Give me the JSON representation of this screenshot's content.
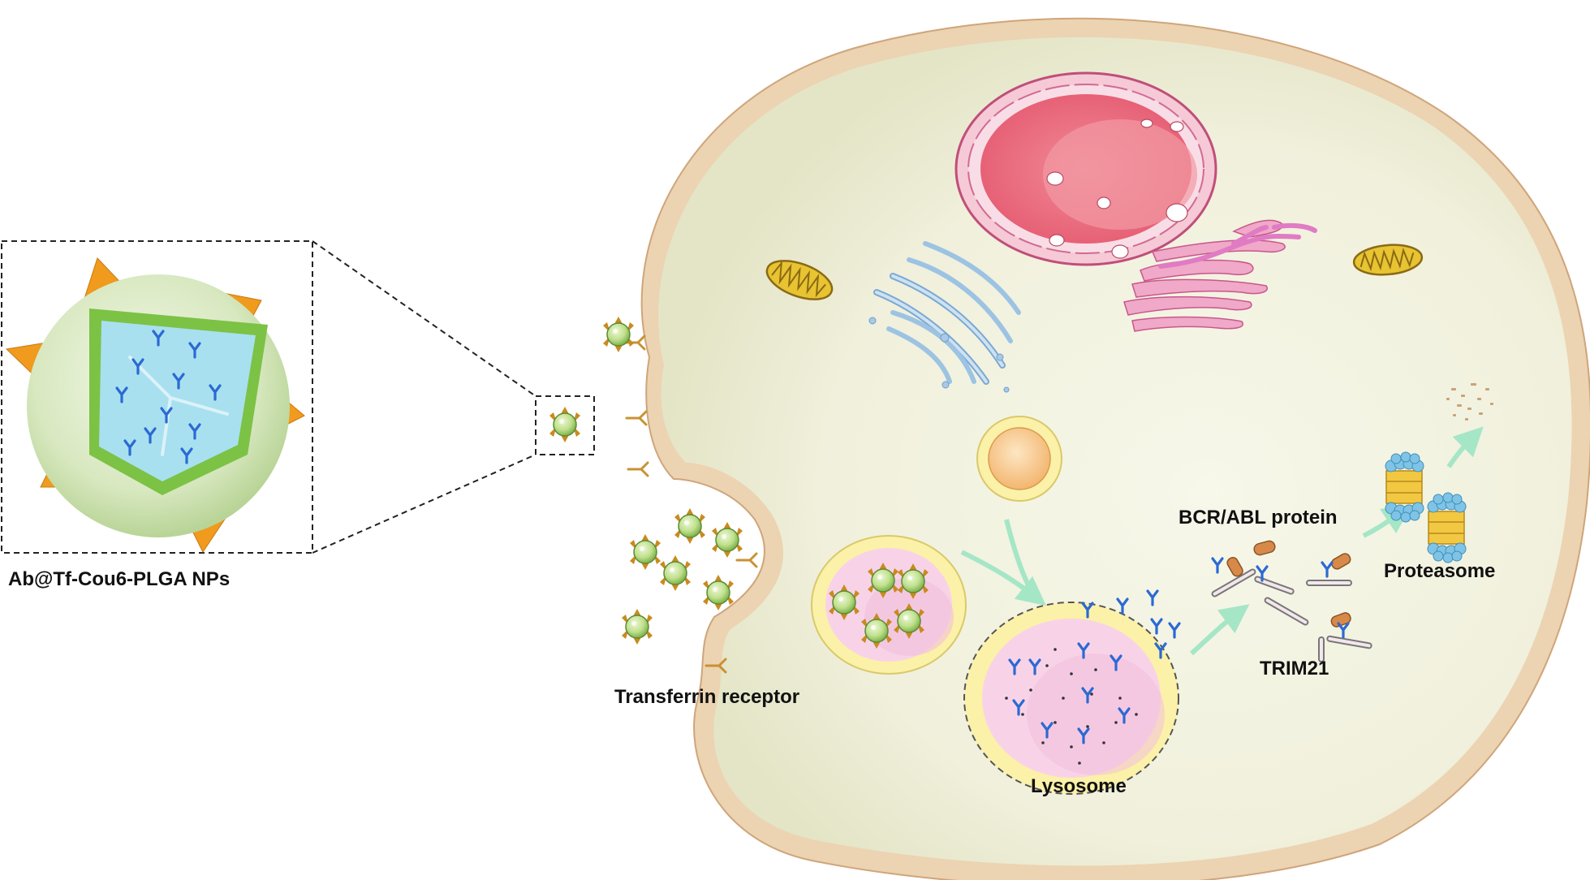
{
  "labels": {
    "nanoparticle": "Ab@Tf-Cou6-PLGA NPs",
    "transferrin_receptor": "Transferrin receptor",
    "lysosome": "Lysosome",
    "bcr_abl": "BCR/ABL protein",
    "trim21": "TRIM21",
    "proteasome": "Proteasome"
  },
  "colors": {
    "cell_membrane": "#ecd3b2",
    "cytoplasm": "#f1f1de",
    "nucleus": "#ee7a8a",
    "nucleolus_hole": "#ffffff",
    "golgi": "#a9c9e6",
    "mitochondria": "#e8c332",
    "antibody": "#2b6ad3",
    "np_core": "#a8e0ef",
    "np_ring": "#7cc245",
    "np_spike": "#f09a1e",
    "np_shell": "#d5e8bd",
    "lysosome_outer": "#fbf1a8",
    "lysosome_inner": "#f5cde2",
    "arrow": "#a5e6c7",
    "receptor": "#c89233",
    "bcr_abl": "#d7894a",
    "proteasome_blue": "#7fc4e6",
    "proteasome_yellow": "#f2c842"
  },
  "icons": [
    "nanoparticle-icon",
    "antibody-icon",
    "receptor-icon",
    "mitochondrion-icon",
    "golgi-icon",
    "proteasome-icon",
    "vesicle-icon"
  ]
}
